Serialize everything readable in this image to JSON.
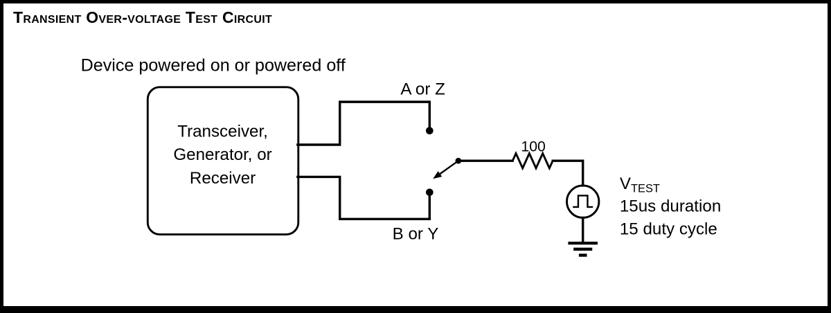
{
  "title": "Transient Over-voltage Test Circuit",
  "subtitle": "Device powered on or powered off",
  "device_box": {
    "lines": [
      "Transceiver,",
      "Generator, or",
      "Receiver"
    ]
  },
  "terminals": {
    "top": "A or Z",
    "bottom": "B or Y"
  },
  "resistor": {
    "value": "100"
  },
  "source": {
    "label": "V",
    "label_sub": "TEST",
    "duration": "15us duration",
    "duty_cycle": "15 duty cycle"
  },
  "colors": {
    "ink": "#000000",
    "paper": "#ffffff"
  }
}
